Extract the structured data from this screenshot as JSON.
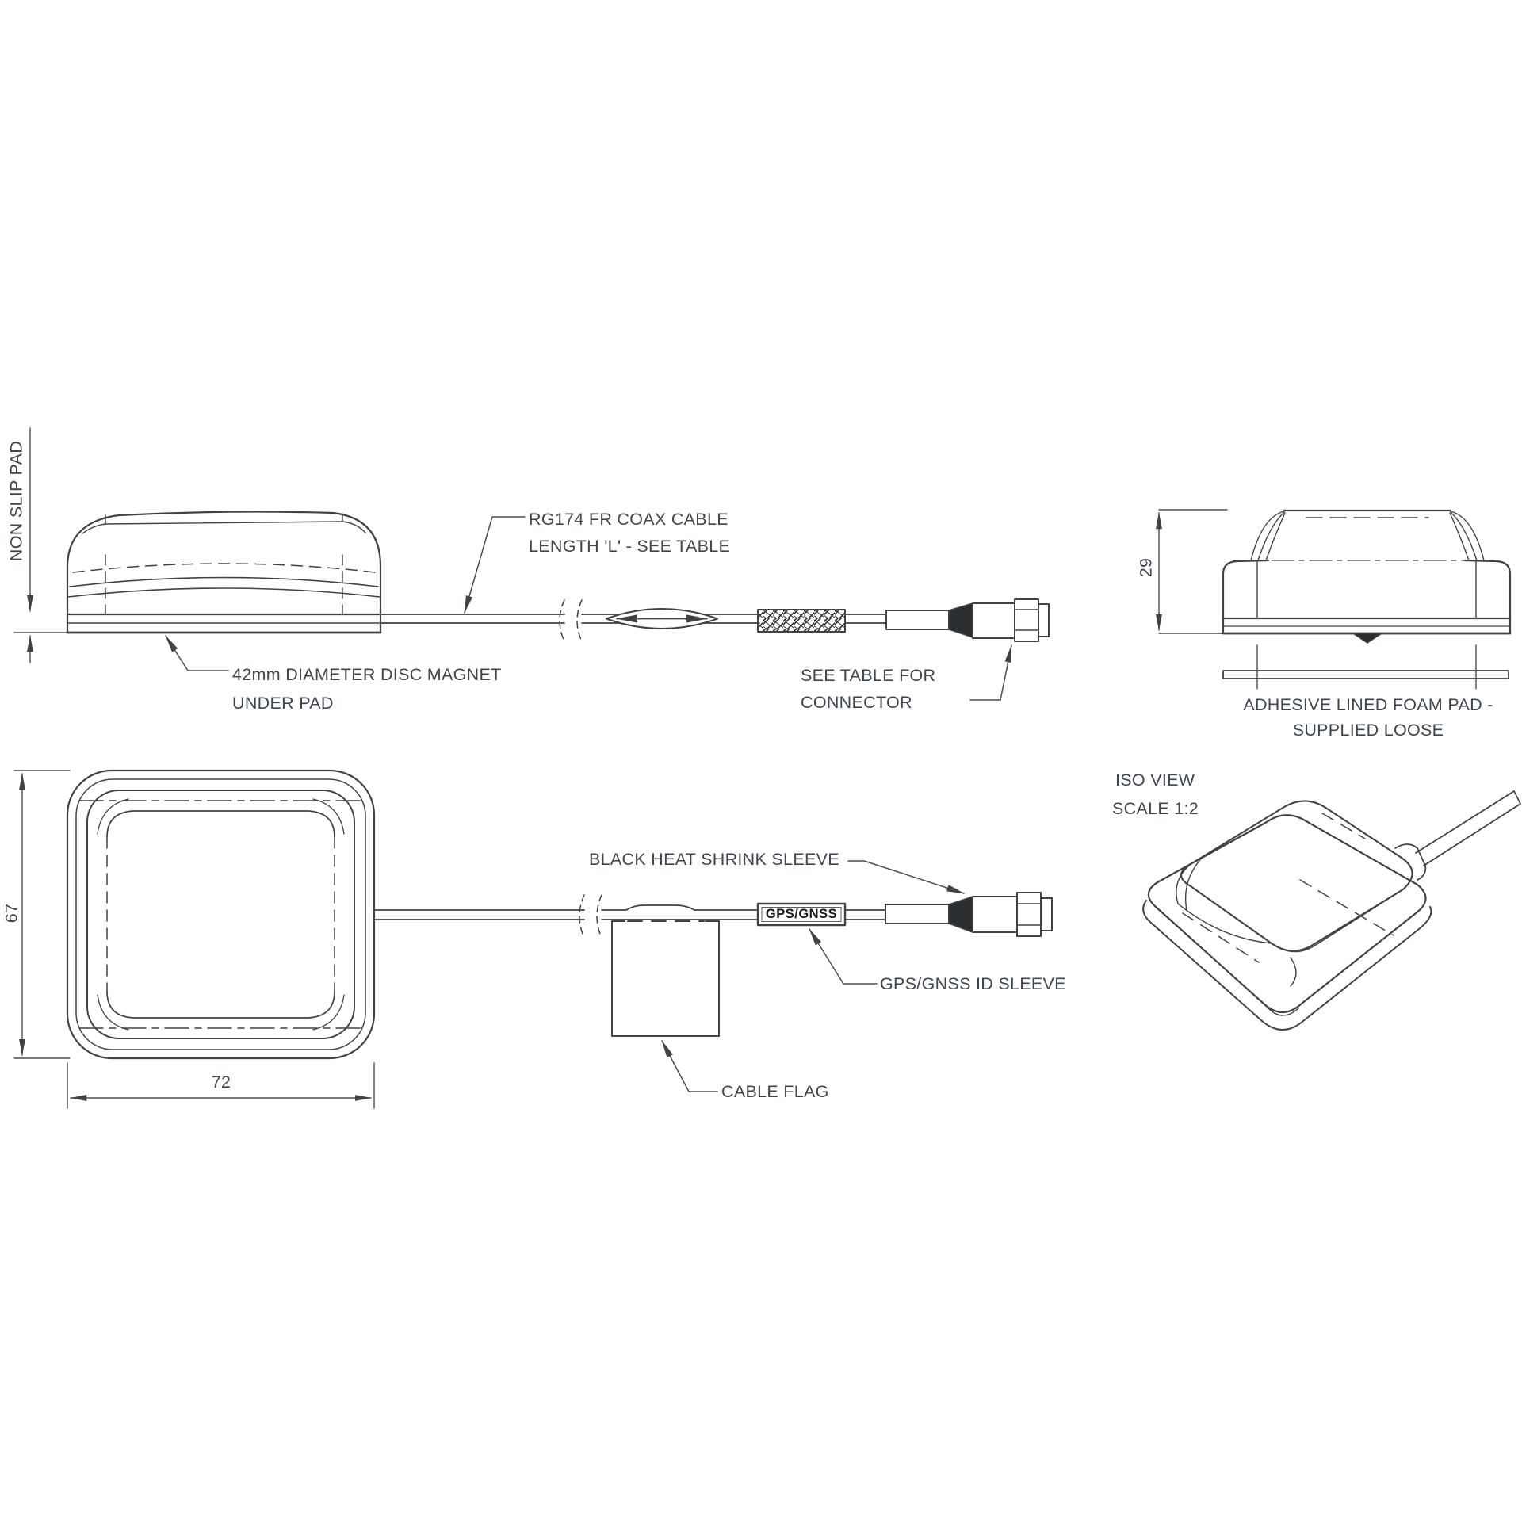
{
  "drawing": {
    "side_view": {
      "pad_label": "NON SLIP PAD",
      "cable_note_line1": "RG174 FR COAX CABLE",
      "cable_note_line2": "LENGTH 'L' - SEE TABLE",
      "magnet_note_line1": "42mm DIAMETER DISC MAGNET",
      "magnet_note_line2": "UNDER PAD",
      "connector_note_line1": "SEE TABLE FOR",
      "connector_note_line2": "CONNECTOR"
    },
    "end_view": {
      "height_dim": "29",
      "foam_note_line1": "ADHESIVE LINED FOAM PAD -",
      "foam_note_line2": "SUPPLIED LOOSE"
    },
    "top_view": {
      "height_dim": "67",
      "width_dim": "72"
    },
    "cable_assembly": {
      "heat_shrink_note": "BLACK HEAT SHRINK SLEEVE",
      "id_sleeve_marking": "GPS/GNSS",
      "id_sleeve_note": "GPS/GNSS ID SLEEVE",
      "flag_note": "CABLE FLAG"
    },
    "iso_view": {
      "title": "ISO VIEW",
      "scale_label": "SCALE 1:2"
    },
    "colors": {
      "line": "#3f4246",
      "thin_line": "#4a4e52",
      "text": "#3c4650",
      "background": "#ffffff"
    }
  }
}
